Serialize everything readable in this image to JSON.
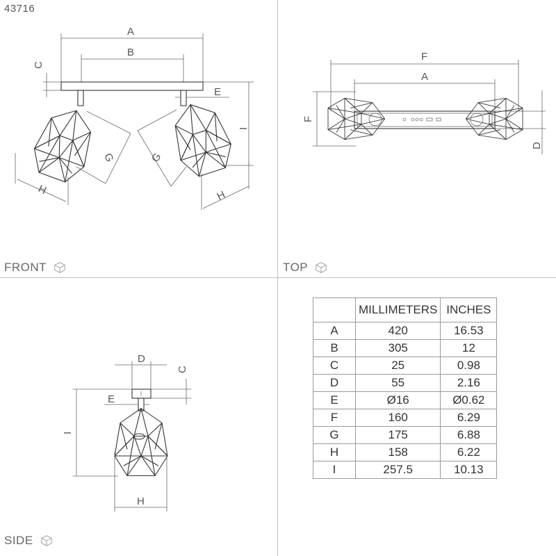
{
  "product_code": "43716",
  "views": {
    "front": "FRONT",
    "top": "TOP",
    "side": "SIDE"
  },
  "dimension_letters": [
    "A",
    "B",
    "C",
    "D",
    "E",
    "F",
    "G",
    "H",
    "I"
  ],
  "table": {
    "headers": [
      "",
      "MILLIMETERS",
      "INCHES"
    ],
    "rows": [
      [
        "A",
        "420",
        "16.53"
      ],
      [
        "B",
        "305",
        "12"
      ],
      [
        "C",
        "25",
        "0.98"
      ],
      [
        "D",
        "55",
        "2.16"
      ],
      [
        "E",
        "Ø16",
        "Ø0.62"
      ],
      [
        "F",
        "160",
        "6.29"
      ],
      [
        "G",
        "175",
        "6.88"
      ],
      [
        "H",
        "158",
        "6.22"
      ],
      [
        "I",
        "257.5",
        "10.13"
      ]
    ]
  },
  "icons": [
    "cube-icon"
  ]
}
